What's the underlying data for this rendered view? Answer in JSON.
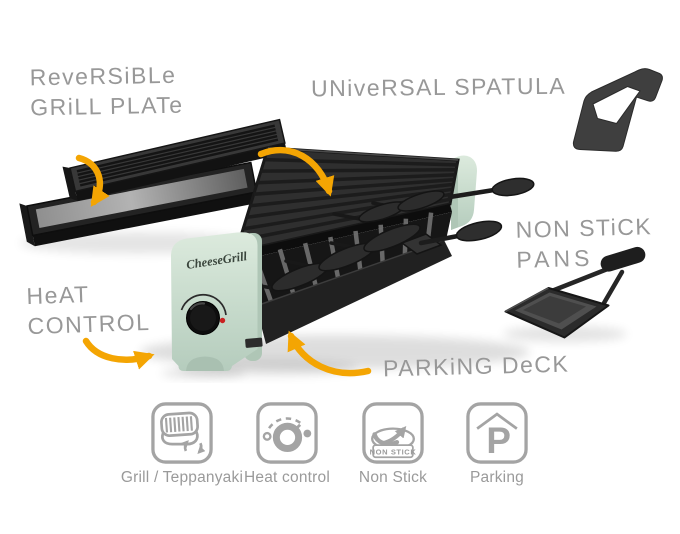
{
  "colors": {
    "annotation_text": "#989898",
    "arrow_orange": "#F4A503",
    "product_body_mint": "#C8DCCD",
    "grill_dark": "#2F2F2F",
    "icon_gray": "#A4A4A4"
  },
  "annotations": {
    "reversible_grill_plate": {
      "line1": "ReveRSiBLe",
      "line2": "GRiLL PLATe"
    },
    "universal_spatula": {
      "line1": "UNiveRSAL SPATULA"
    },
    "non_stick_pans": {
      "line1": "NON STiCK",
      "line2": "PANS"
    },
    "heat_control": {
      "line1": "HeAT",
      "line2": "CONTROL"
    },
    "parking_deck": {
      "line1": "PARKiNG DeCK"
    }
  },
  "product": {
    "brand": "CheeseGrill"
  },
  "features": [
    {
      "label": "Grill / Teppanyaki",
      "icon": "grill-teppanyaki-icon"
    },
    {
      "label": "Heat control",
      "icon": "heat-control-icon"
    },
    {
      "label": "Non Stick",
      "icon": "non-stick-icon",
      "icon_text": "NON STICK"
    },
    {
      "label": "Parking",
      "icon": "parking-icon",
      "icon_text": "P"
    }
  ]
}
